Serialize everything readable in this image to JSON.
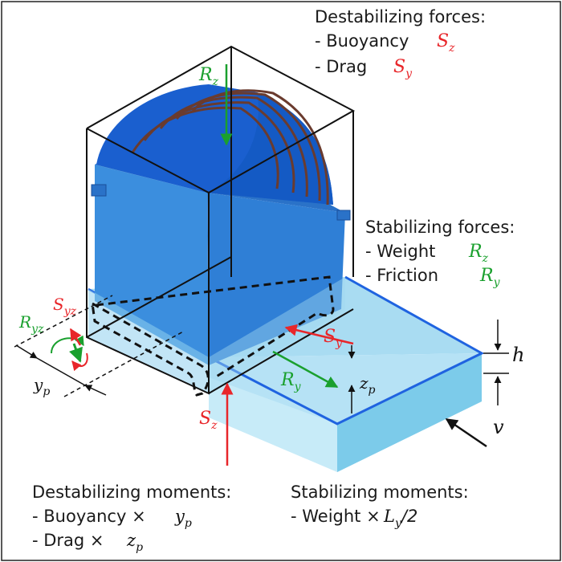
{
  "destabilizing_forces": {
    "title": "Destabilizing forces:",
    "buoyancy": "- Buoyancy",
    "drag": "- Drag"
  },
  "stabilizing_forces": {
    "title": "Stabilizing forces:",
    "weight": "- Weight",
    "friction": "- Friction"
  },
  "destabilizing_moments": {
    "title": "Destabilizing moments:",
    "buoyancy": "- Buoyancy ×",
    "drag": "- Drag ×"
  },
  "stabilizing_moments": {
    "title": "Stabilizing moments:",
    "weight": "- Weight ×",
    "ratio": "/2"
  },
  "symbols": {
    "S": "S",
    "R": "R",
    "L": "L",
    "y": "y",
    "z": "z",
    "yz": "yz",
    "h": "h",
    "v": "v"
  },
  "colors": {
    "destabilizing": "#e8262a",
    "stabilizing": "#1aa02e",
    "bin_blue": "#2f7fd6",
    "water": "#a9dcf2",
    "edge_blue": "#1f63e0"
  }
}
